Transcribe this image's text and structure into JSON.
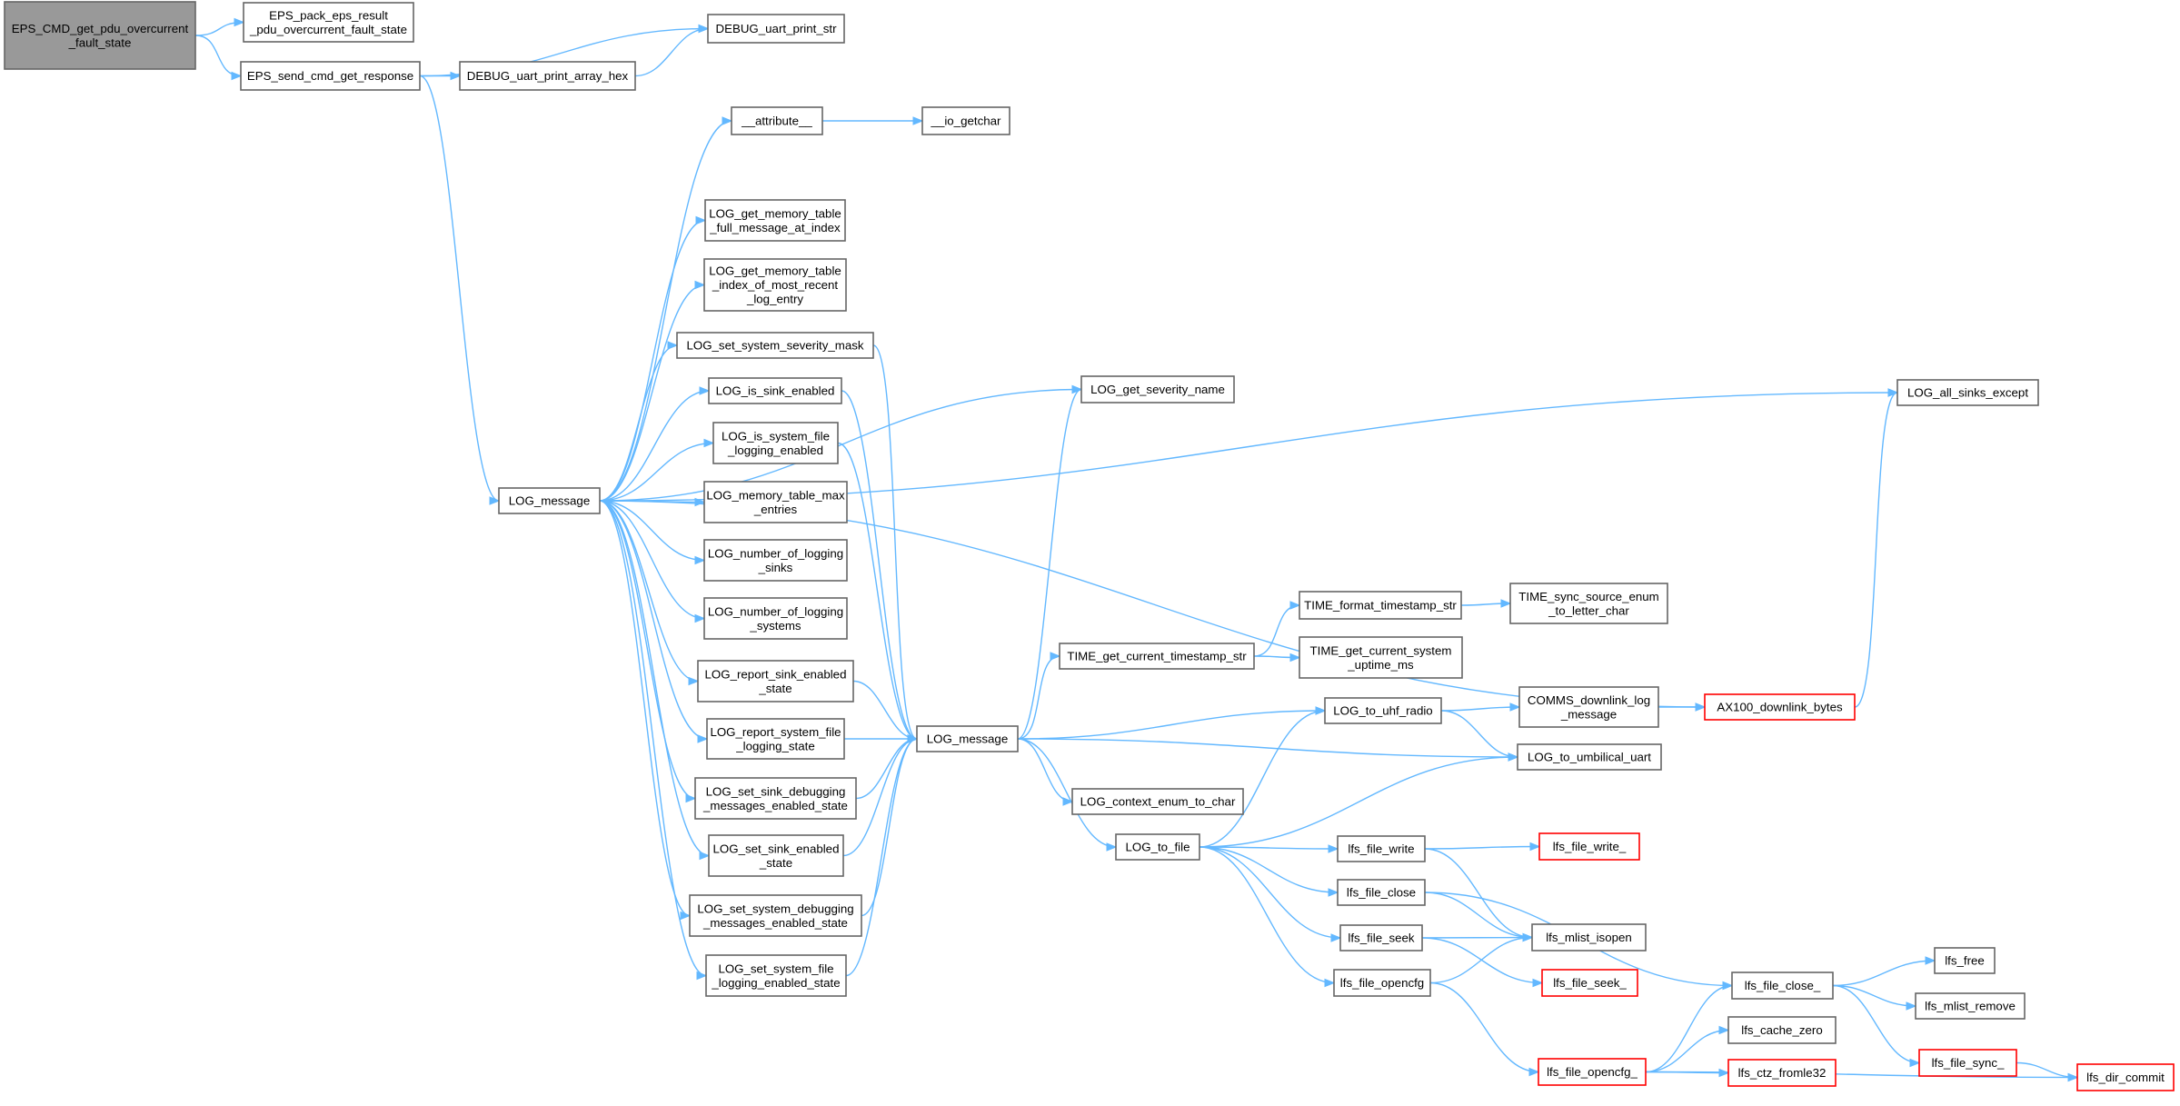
{
  "graph": {
    "type": "call-graph",
    "colors": {
      "edge": "#63b8ff",
      "node_border": "#666666",
      "root_fill": "#999999",
      "truncated_border": "#ff0000"
    },
    "nodes": [
      {
        "id": "root",
        "lines": [
          "EPS_CMD_get_pdu_overcurrent",
          "_fault_state"
        ],
        "style": "root"
      },
      {
        "id": "eps_pack",
        "lines": [
          "EPS_pack_eps_result",
          "_pdu_overcurrent_fault_state"
        ]
      },
      {
        "id": "eps_send",
        "lines": [
          "EPS_send_cmd_get_response"
        ]
      },
      {
        "id": "debug_print",
        "lines": [
          "DEBUG_uart_print_str"
        ]
      },
      {
        "id": "debug_hex",
        "lines": [
          "DEBUG_uart_print_array_hex"
        ]
      },
      {
        "id": "log_msg_a",
        "lines": [
          "LOG_message"
        ]
      },
      {
        "id": "attribute",
        "lines": [
          "__attribute__"
        ]
      },
      {
        "id": "io_getchar",
        "lines": [
          "__io_getchar"
        ]
      },
      {
        "id": "get_mem_full",
        "lines": [
          "LOG_get_memory_table",
          "_full_message_at_index"
        ]
      },
      {
        "id": "get_mem_idx",
        "lines": [
          "LOG_get_memory_table",
          "_index_of_most_recent",
          "_log_entry"
        ]
      },
      {
        "id": "set_sev_mask",
        "lines": [
          "LOG_set_system_severity_mask"
        ]
      },
      {
        "id": "is_sink_en",
        "lines": [
          "LOG_is_sink_enabled"
        ]
      },
      {
        "id": "is_sys_file",
        "lines": [
          "LOG_is_system_file",
          "_logging_enabled"
        ]
      },
      {
        "id": "mem_max",
        "lines": [
          "LOG_memory_table_max",
          "_entries"
        ]
      },
      {
        "id": "num_sinks",
        "lines": [
          "LOG_number_of_logging",
          "_sinks"
        ]
      },
      {
        "id": "num_systems",
        "lines": [
          "LOG_number_of_logging",
          "_systems"
        ]
      },
      {
        "id": "rep_sink",
        "lines": [
          "LOG_report_sink_enabled",
          "_state"
        ]
      },
      {
        "id": "rep_sys_file",
        "lines": [
          "LOG_report_system_file",
          "_logging_state"
        ]
      },
      {
        "id": "set_sink_dbg",
        "lines": [
          "LOG_set_sink_debugging",
          "_messages_enabled_state"
        ]
      },
      {
        "id": "set_sink_en",
        "lines": [
          "LOG_set_sink_enabled",
          "_state"
        ]
      },
      {
        "id": "set_sys_dbg",
        "lines": [
          "LOG_set_system_debugging",
          "_messages_enabled_state"
        ]
      },
      {
        "id": "set_sys_file",
        "lines": [
          "LOG_set_system_file",
          "_logging_enabled_state"
        ]
      },
      {
        "id": "log_msg_b",
        "lines": [
          "LOG_message"
        ]
      },
      {
        "id": "get_sev_name",
        "lines": [
          "LOG_get_severity_name"
        ]
      },
      {
        "id": "time_cur_ts",
        "lines": [
          "TIME_get_current_timestamp_str"
        ]
      },
      {
        "id": "time_fmt_ts",
        "lines": [
          "TIME_format_timestamp_str"
        ]
      },
      {
        "id": "time_sync",
        "lines": [
          "TIME_sync_source_enum",
          "_to_letter_char"
        ]
      },
      {
        "id": "time_uptime",
        "lines": [
          "TIME_get_current_system",
          "_uptime_ms"
        ]
      },
      {
        "id": "log_ctx",
        "lines": [
          "LOG_context_enum_to_char"
        ]
      },
      {
        "id": "log_to_file",
        "lines": [
          "LOG_to_file"
        ]
      },
      {
        "id": "log_uhf",
        "lines": [
          "LOG_to_uhf_radio"
        ]
      },
      {
        "id": "comms_dl",
        "lines": [
          "COMMS_downlink_log",
          "_message"
        ]
      },
      {
        "id": "ax100",
        "lines": [
          "AX100_downlink_bytes"
        ],
        "style": "truncated"
      },
      {
        "id": "log_umb",
        "lines": [
          "LOG_to_umbilical_uart"
        ]
      },
      {
        "id": "log_all_sinks",
        "lines": [
          "LOG_all_sinks_except"
        ]
      },
      {
        "id": "lfs_write",
        "lines": [
          "lfs_file_write"
        ]
      },
      {
        "id": "lfs_write_",
        "lines": [
          "lfs_file_write_"
        ],
        "style": "truncated"
      },
      {
        "id": "lfs_close",
        "lines": [
          "lfs_file_close"
        ]
      },
      {
        "id": "lfs_seek",
        "lines": [
          "lfs_file_seek"
        ]
      },
      {
        "id": "lfs_mlist_isopen",
        "lines": [
          "lfs_mlist_isopen"
        ]
      },
      {
        "id": "lfs_seek_",
        "lines": [
          "lfs_file_seek_"
        ],
        "style": "truncated"
      },
      {
        "id": "lfs_opencfg",
        "lines": [
          "lfs_file_opencfg"
        ]
      },
      {
        "id": "lfs_close_",
        "lines": [
          "lfs_file_close_"
        ]
      },
      {
        "id": "lfs_free",
        "lines": [
          "lfs_free"
        ]
      },
      {
        "id": "lfs_mlist_remove",
        "lines": [
          "lfs_mlist_remove"
        ]
      },
      {
        "id": "lfs_cache_zero",
        "lines": [
          "lfs_cache_zero"
        ]
      },
      {
        "id": "lfs_opencfg_",
        "lines": [
          "lfs_file_opencfg_"
        ],
        "style": "truncated"
      },
      {
        "id": "lfs_ctz",
        "lines": [
          "lfs_ctz_fromle32"
        ],
        "style": "truncated"
      },
      {
        "id": "lfs_sync_",
        "lines": [
          "lfs_file_sync_"
        ],
        "style": "truncated"
      },
      {
        "id": "lfs_dir_commit",
        "lines": [
          "lfs_dir_commit"
        ],
        "style": "truncated"
      }
    ],
    "edges": [
      [
        "root",
        "eps_pack"
      ],
      [
        "root",
        "eps_send"
      ],
      [
        "eps_send",
        "debug_print"
      ],
      [
        "eps_send",
        "debug_hex"
      ],
      [
        "eps_send",
        "log_msg_a"
      ],
      [
        "debug_hex",
        "debug_print"
      ],
      [
        "log_msg_a",
        "log_all_sinks"
      ],
      [
        "log_msg_a",
        "attribute"
      ],
      [
        "log_msg_a",
        "get_sev_name"
      ],
      [
        "log_msg_a",
        "get_mem_full"
      ],
      [
        "log_msg_a",
        "get_mem_idx"
      ],
      [
        "log_msg_a",
        "set_sev_mask"
      ],
      [
        "log_msg_a",
        "is_sink_en"
      ],
      [
        "log_msg_a",
        "is_sys_file"
      ],
      [
        "log_msg_a",
        "mem_max"
      ],
      [
        "log_msg_a",
        "num_sinks"
      ],
      [
        "log_msg_a",
        "num_systems"
      ],
      [
        "log_msg_a",
        "rep_sink"
      ],
      [
        "log_msg_a",
        "rep_sys_file"
      ],
      [
        "log_msg_a",
        "set_sink_dbg"
      ],
      [
        "log_msg_a",
        "set_sink_en"
      ],
      [
        "log_msg_a",
        "set_sys_dbg"
      ],
      [
        "log_msg_a",
        "set_sys_file"
      ],
      [
        "log_msg_a",
        "ax100"
      ],
      [
        "attribute",
        "io_getchar"
      ],
      [
        "set_sev_mask",
        "log_msg_b"
      ],
      [
        "is_sink_en",
        "log_msg_b"
      ],
      [
        "is_sys_file",
        "log_msg_b"
      ],
      [
        "rep_sink",
        "log_msg_b"
      ],
      [
        "rep_sys_file",
        "log_msg_b"
      ],
      [
        "set_sink_dbg",
        "log_msg_b"
      ],
      [
        "set_sink_en",
        "log_msg_b"
      ],
      [
        "set_sys_dbg",
        "log_msg_b"
      ],
      [
        "set_sys_file",
        "log_msg_b"
      ],
      [
        "log_msg_b",
        "get_sev_name"
      ],
      [
        "log_msg_b",
        "time_cur_ts"
      ],
      [
        "log_msg_b",
        "log_uhf"
      ],
      [
        "log_msg_b",
        "log_umb"
      ],
      [
        "log_msg_b",
        "log_ctx"
      ],
      [
        "log_msg_b",
        "log_to_file"
      ],
      [
        "time_cur_ts",
        "time_fmt_ts"
      ],
      [
        "time_cur_ts",
        "time_uptime"
      ],
      [
        "time_fmt_ts",
        "time_sync"
      ],
      [
        "log_to_file",
        "log_uhf"
      ],
      [
        "log_to_file",
        "log_umb"
      ],
      [
        "log_to_file",
        "lfs_write"
      ],
      [
        "log_to_file",
        "lfs_close"
      ],
      [
        "log_to_file",
        "lfs_seek"
      ],
      [
        "log_to_file",
        "lfs_opencfg"
      ],
      [
        "log_uhf",
        "comms_dl"
      ],
      [
        "log_uhf",
        "log_umb"
      ],
      [
        "comms_dl",
        "ax100"
      ],
      [
        "ax100",
        "log_all_sinks"
      ],
      [
        "lfs_write",
        "lfs_write_"
      ],
      [
        "lfs_write",
        "lfs_mlist_isopen"
      ],
      [
        "lfs_close",
        "lfs_mlist_isopen"
      ],
      [
        "lfs_close",
        "lfs_close_"
      ],
      [
        "lfs_seek",
        "lfs_mlist_isopen"
      ],
      [
        "lfs_seek",
        "lfs_seek_"
      ],
      [
        "lfs_opencfg",
        "lfs_mlist_isopen"
      ],
      [
        "lfs_opencfg",
        "lfs_opencfg_"
      ],
      [
        "lfs_close_",
        "lfs_free"
      ],
      [
        "lfs_close_",
        "lfs_mlist_remove"
      ],
      [
        "lfs_close_",
        "lfs_sync_"
      ],
      [
        "lfs_opencfg_",
        "lfs_close_"
      ],
      [
        "lfs_opencfg_",
        "lfs_cache_zero"
      ],
      [
        "lfs_opencfg_",
        "lfs_ctz"
      ],
      [
        "lfs_opencfg_",
        "lfs_dir_commit"
      ],
      [
        "lfs_sync_",
        "lfs_dir_commit"
      ]
    ]
  }
}
